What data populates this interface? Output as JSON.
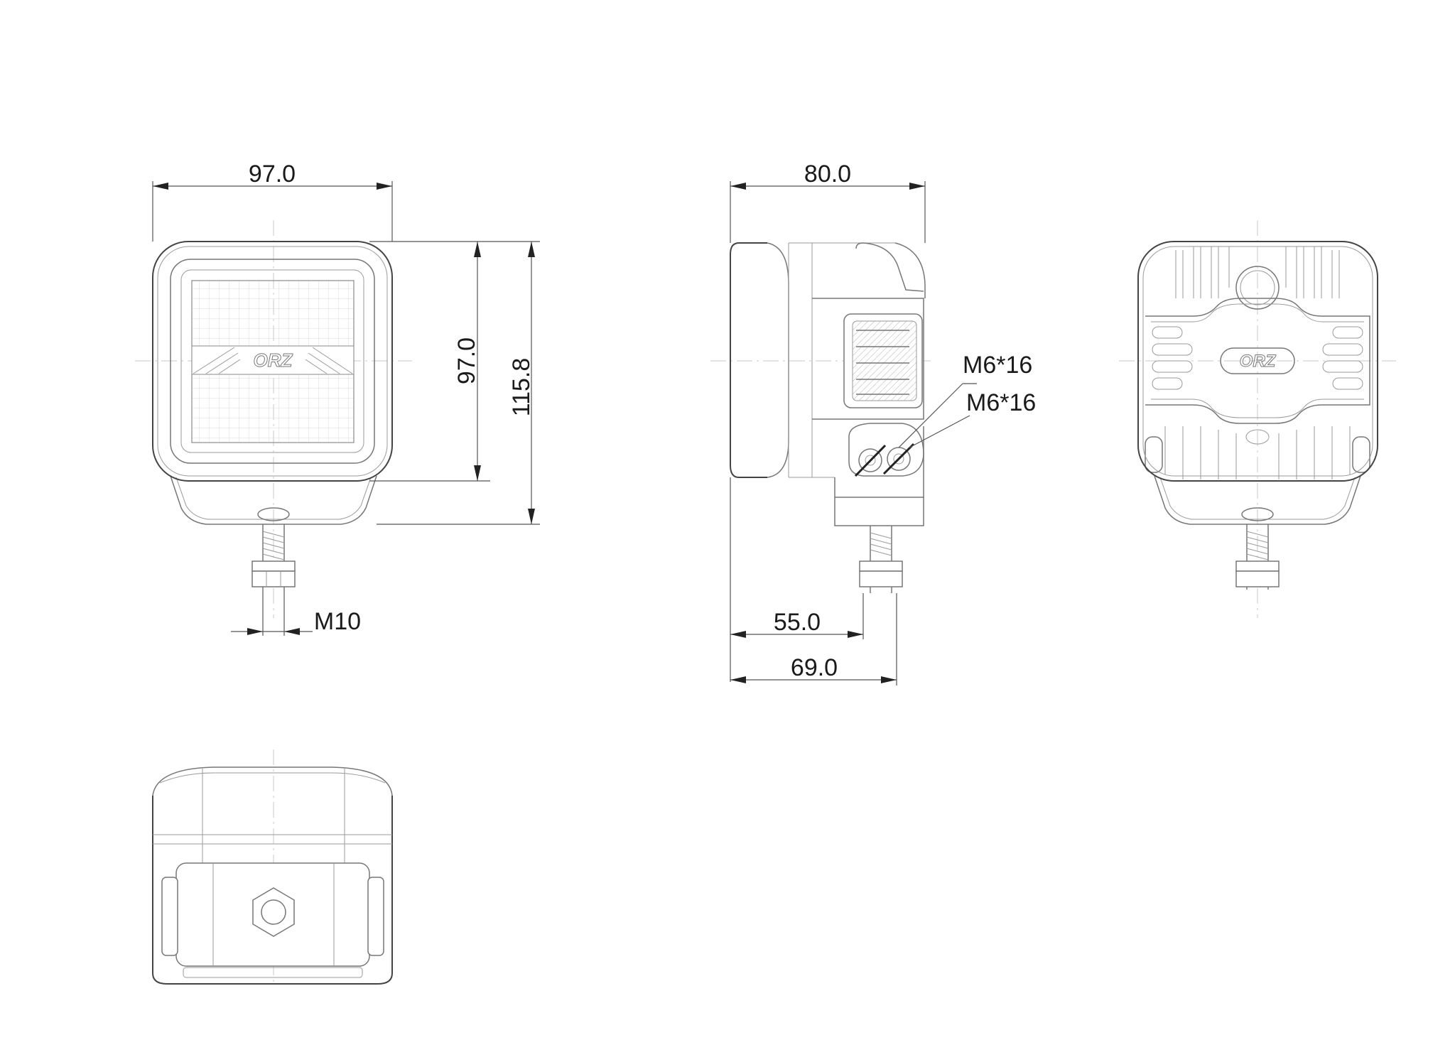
{
  "drawing": {
    "dimensions": {
      "front_width": "97.0",
      "front_height": "97.0",
      "total_height": "115.8",
      "bolt_thread": "M10",
      "side_depth": "80.0",
      "side_screw_upper": "M6*16",
      "side_screw_lower": "M6*16",
      "side_base_offset": "55.0",
      "side_base_depth": "69.0"
    },
    "logo_text": "ORZ"
  }
}
